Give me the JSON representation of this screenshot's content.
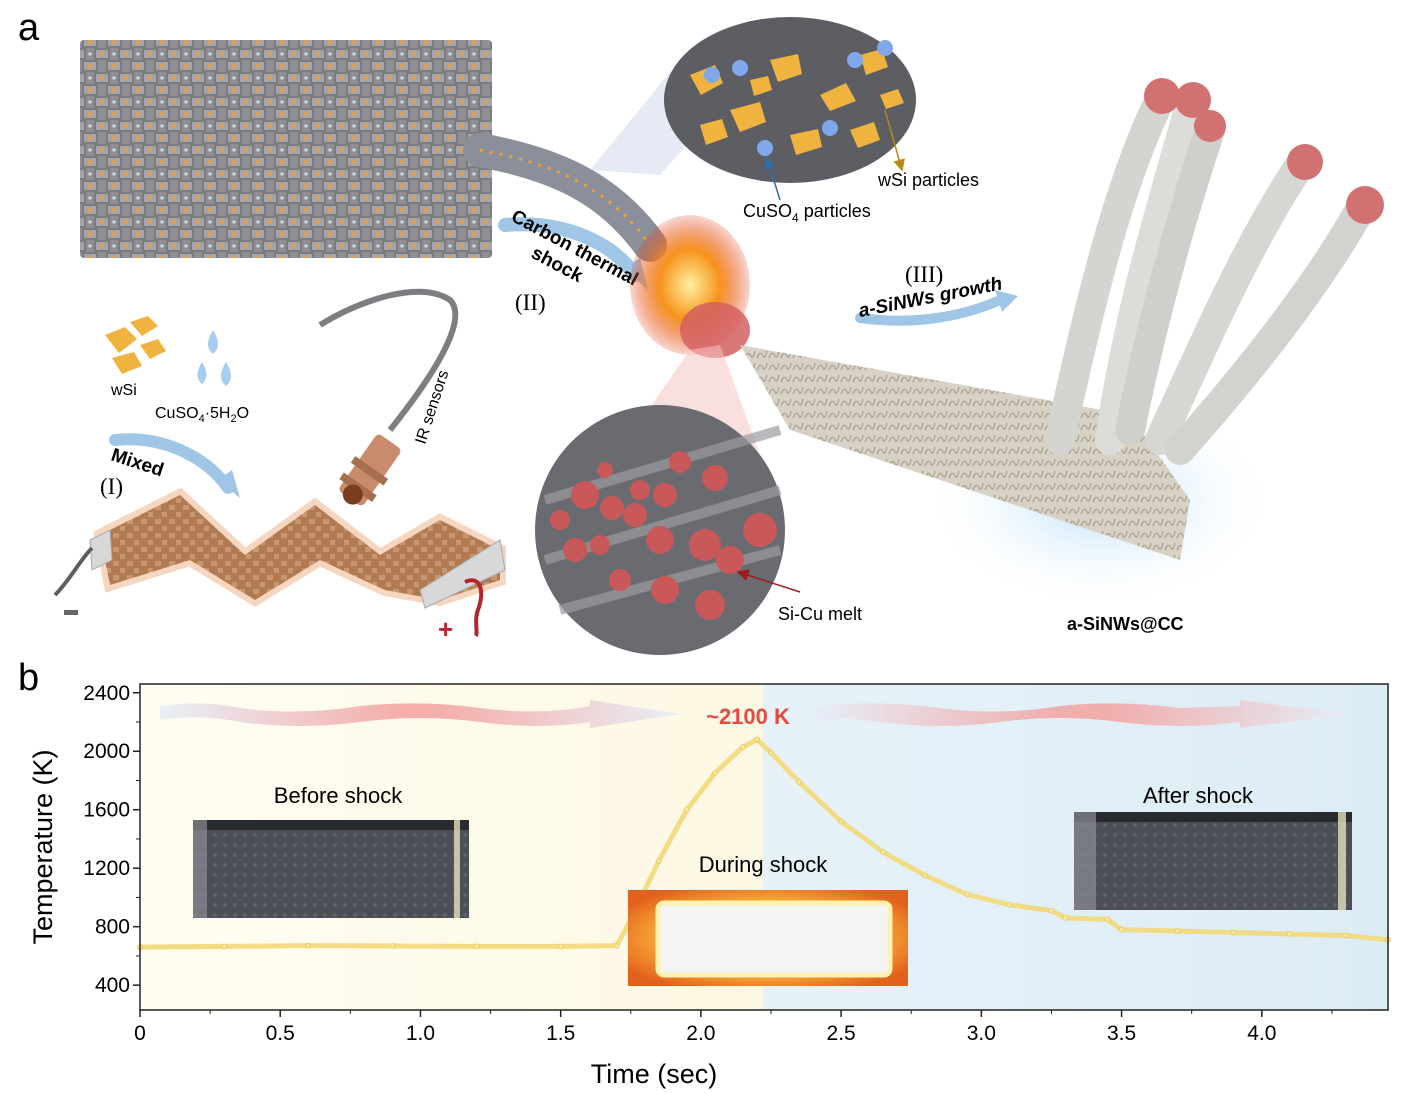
{
  "panel_a": {
    "label": "a",
    "materials": {
      "wsi": "wSi",
      "cuso4_main": "CuSO",
      "cuso4_sub": "4",
      "cuso4_rest": "·5H",
      "h2o_sub": "2",
      "h2o_rest": "O"
    },
    "step1": {
      "roman": "(I)",
      "arrow_label": "Mixed"
    },
    "ir_sensor": "IR sensors",
    "electrodes": {
      "minus": "−",
      "plus": "+"
    },
    "zoom_top": {
      "wsi_label": "wSi particles",
      "cuso4_main": "CuSO",
      "cuso4_sub": "4",
      "cuso4_rest": " particles"
    },
    "step2": {
      "roman": "(II)",
      "line1": "Carbon thermal",
      "line2": "shock"
    },
    "zoom_bottom": {
      "melt_label": "Si-Cu melt"
    },
    "step3": {
      "roman": "(III)",
      "arrow_label": "a-SiNWs growth"
    },
    "product": "a-SiNWs@CC"
  },
  "panel_b": {
    "label": "b",
    "peak_label": "~2100 K",
    "photos": {
      "before": "Before shock",
      "during": "During shock",
      "after": "After shock"
    }
  },
  "colors": {
    "peak_red": "#e8493f",
    "trace_yellow": "#f2d878",
    "cloth_gray": "#6f6f73",
    "fiber_orange": "#e8a23a",
    "melt_red": "#c9585a",
    "arrow_blue": "#7fb3d9"
  },
  "chart_data": {
    "type": "line",
    "xlabel": "Time (sec)",
    "ylabel": "Temperature (K)",
    "xlim": [
      0,
      4.45
    ],
    "ylim": [
      230,
      2460
    ],
    "x_ticks": [
      "0",
      "0.5",
      "1.0",
      "1.5",
      "2.0",
      "2.5",
      "3.0",
      "3.5",
      "4.0"
    ],
    "x_tick_values": [
      0,
      0.5,
      1.0,
      1.5,
      2.0,
      2.5,
      3.0,
      3.5,
      4.0
    ],
    "y_ticks": [
      "400",
      "800",
      "1200",
      "1600",
      "2000",
      "2400"
    ],
    "y_tick_values": [
      400,
      800,
      1200,
      1600,
      2000,
      2400
    ],
    "series": [
      {
        "x": [
          0,
          0.3,
          0.6,
          0.9,
          1.2,
          1.5,
          1.7,
          1.75,
          1.85,
          1.95,
          2.05,
          2.15,
          2.2,
          2.25,
          2.35,
          2.5,
          2.65,
          2.8,
          2.95,
          3.1,
          3.25,
          3.3,
          3.45,
          3.5,
          3.7,
          3.9,
          4.1,
          4.3,
          4.45
        ],
        "y": [
          660,
          665,
          670,
          668,
          665,
          665,
          670,
          850,
          1250,
          1600,
          1850,
          2030,
          2080,
          1990,
          1790,
          1520,
          1310,
          1150,
          1020,
          950,
          910,
          860,
          850,
          780,
          770,
          760,
          750,
          740,
          710
        ]
      }
    ]
  }
}
